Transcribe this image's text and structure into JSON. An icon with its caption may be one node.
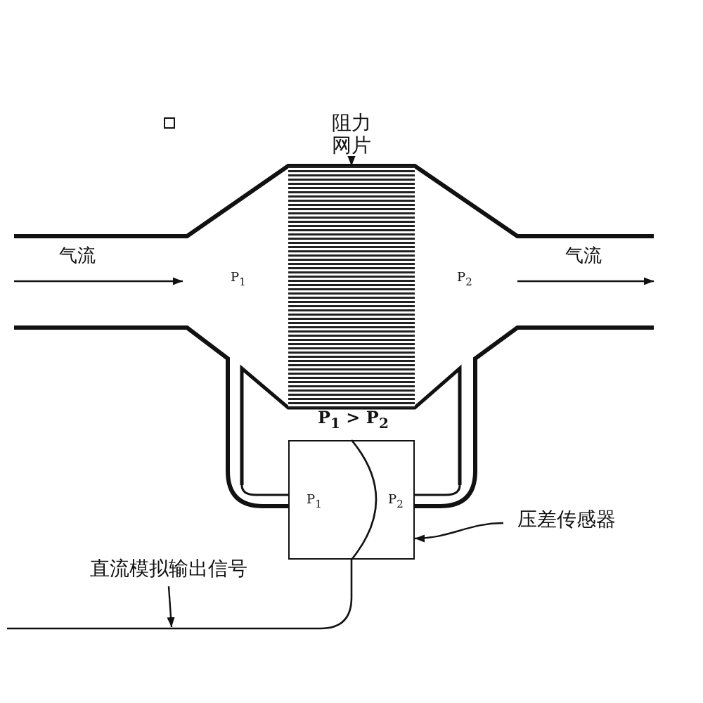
{
  "diagram": {
    "nodes": [
      {
        "text": [
          "阻力网片"
        ]
      },
      {
        "text": [],
        "shape": "box"
      },
      {
        "text": [
          "压差传感器"
        ]
      },
      {
        "text": [
          "P$_{1}$",
          "P$_{2}$"
        ]
      },
      {
        "text": [
          "直流模拟输出信号"
        ]
      }
    ],
    "edges": [
      {
        "from": 0,
        "to": 1,
        "arrow": "to"
      },
      {
        "from": 2,
        "to": 3,
        "arrow": "to"
      },
      {
        "from": 4,
        "to": null,
        "arrow": "to"
      }
    ],
    "labels": [
      "气流",
      "P$_{1}$",
      "P$_{2}$",
      "气流",
      "P$_{1}$ > P$_{2}$"
    ]
  }
}
